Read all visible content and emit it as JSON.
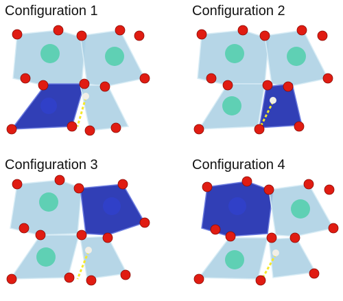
{
  "panels": [
    {
      "title": "Configuration 1",
      "highlight": "bottom-left"
    },
    {
      "title": "Configuration 2",
      "highlight": "bottom-right"
    },
    {
      "title": "Configuration 3",
      "highlight": "top-right"
    },
    {
      "title": "Configuration 4",
      "highlight": "top-left"
    }
  ],
  "colors": {
    "octahedron_light": "#a9cfe3",
    "octahedron_light_edge": "#d8ecf5",
    "octahedron_highlight": "#1f2fb0",
    "oxygen": "#e01c12",
    "cation": "#5fd0b4",
    "hydrogen": "#f2efe6",
    "hbond": "#f5e82a"
  }
}
